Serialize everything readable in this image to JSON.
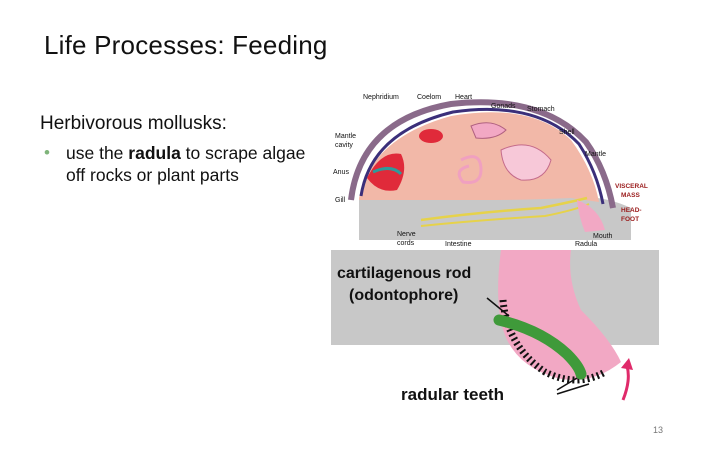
{
  "slide": {
    "title": "Life Processes: Feeding",
    "subhead": "Herbivorous mollusks:",
    "bullet": {
      "pre": "use the ",
      "bold": "radula",
      "post": " to scrape algae off rocks or plant parts"
    },
    "page_number": "13"
  },
  "mollusk_diagram": {
    "labels": {
      "nephridium": "Nephridium",
      "coelom": "Coelom",
      "heart": "Heart",
      "gonads": "Gonads",
      "stomach": "Stomach",
      "mantle_cavity_1": "Mantle",
      "mantle_cavity_2": "cavity",
      "shell": "Shell",
      "mantle": "Mantle",
      "anus": "Anus",
      "gill": "Gill",
      "visceral_1": "VISCERAL",
      "visceral_2": "MASS",
      "headfoot_1": "HEAD-",
      "headfoot_2": "FOOT",
      "nerve_1": "Nerve",
      "nerve_2": "cords",
      "intestine": "Intestine",
      "mouth": "Mouth",
      "radula": "Radula"
    }
  },
  "radula_diagram": {
    "rod_line1": "cartilagenous rod",
    "rod_line2": "(odontophore)",
    "teeth": "radular teeth"
  },
  "colors": {
    "shell": "#8a6a8a",
    "mantle": "#3b2f7a",
    "visceral": "#f2b8a8",
    "foot": "#c8c8c8",
    "heart": "#e02a3a",
    "rod": "#3f9a3a",
    "tissue": "#f2a8c4",
    "bullet": "#7fb47a"
  }
}
